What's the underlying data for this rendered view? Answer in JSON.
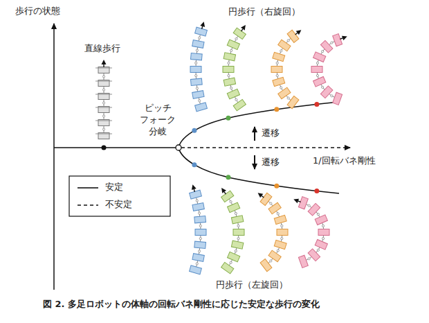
{
  "diagram": {
    "caption": "図 2. 多足ロボットの体軸の回転バネ剛性に応じた安定な歩行の変化",
    "labels": [
      "歩行の状態",
      "直線歩行",
      "円歩行（右旋回）",
      "ピッチ フォーク 分岐",
      "遷移",
      "遷移",
      "1/回転バネ剛性",
      "円歩行（左旋回）"
    ],
    "legend": [
      {
        "text": "安定"
      },
      {
        "text": "不安定"
      }
    ]
  }
}
